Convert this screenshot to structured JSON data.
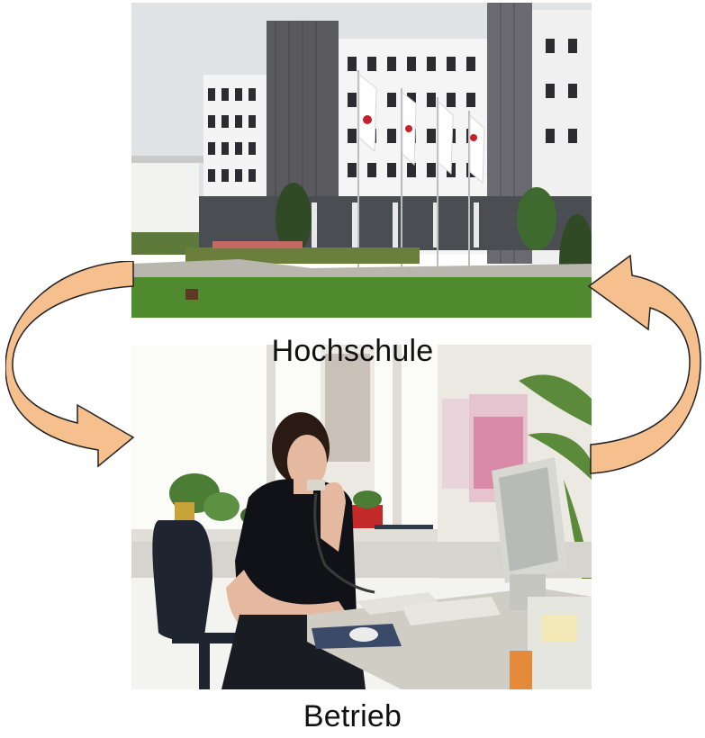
{
  "labels": {
    "top": "Hochschule",
    "bottom": "Betrieb"
  },
  "images": {
    "top": "building-photo",
    "bottom": "office-worker-photo"
  },
  "colors": {
    "arrow_fill": "#f6c08e",
    "arrow_stroke": "#222222"
  }
}
